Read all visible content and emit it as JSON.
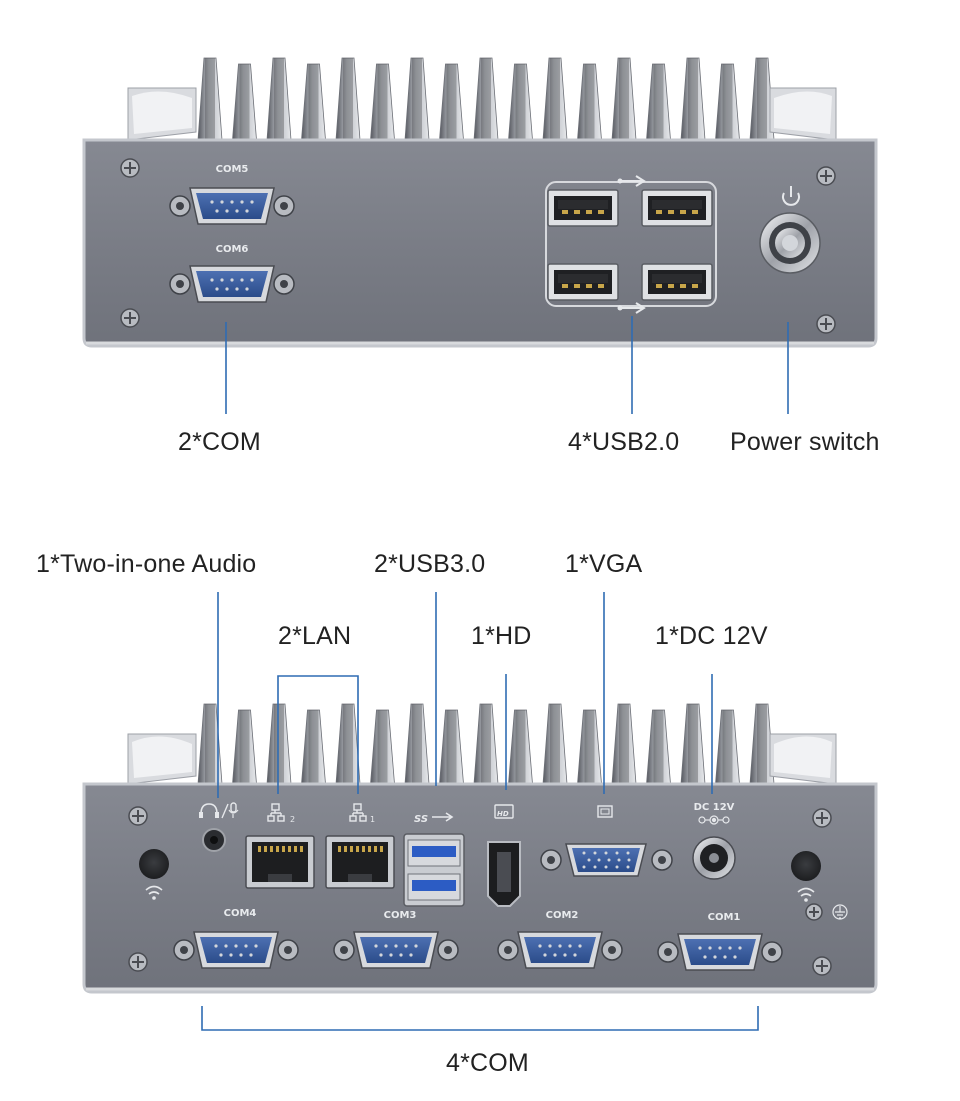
{
  "top_panel": {
    "port_labels": {
      "com_upper": "COM5",
      "com_lower": "COM6"
    },
    "callouts": {
      "com": "2*COM",
      "usb2": "4*USB2.0",
      "power": "Power switch"
    }
  },
  "bottom_panel": {
    "port_labels": {
      "com4": "COM4",
      "com3": "COM3",
      "com2": "COM2",
      "com1": "COM1",
      "dc": "DC 12V"
    },
    "callouts": {
      "audio": "1*Two-in-one Audio",
      "usb3": "2*USB3.0",
      "vga": "1*VGA",
      "lan": "2*LAN",
      "hd": "1*HD",
      "dc": "1*DC 12V",
      "com": "4*COM"
    }
  },
  "colors": {
    "chassis": "#7c7f88",
    "chassis_edge": "#c4c7cd",
    "leader_line": "#2f6cb3",
    "connector_blue": "#34589a",
    "usb3_blue": "#2c5cc4",
    "text": "#222222"
  }
}
